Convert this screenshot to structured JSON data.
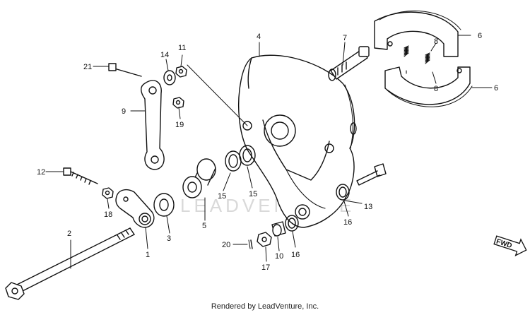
{
  "watermark": "LEADVENTURE",
  "footer": "Rendered by LeadVenture, Inc.",
  "direction_label": "FWD",
  "callouts": [
    {
      "name": "callout-21",
      "text": "21"
    },
    {
      "name": "callout-14",
      "text": "14"
    },
    {
      "name": "callout-11",
      "text": "11"
    },
    {
      "name": "callout-9",
      "text": "9"
    },
    {
      "name": "callout-19",
      "text": "19"
    },
    {
      "name": "callout-4",
      "text": "4"
    },
    {
      "name": "callout-7",
      "text": "7"
    },
    {
      "name": "callout-6-upper",
      "text": "6"
    },
    {
      "name": "callout-8-upper",
      "text": "8"
    },
    {
      "name": "callout-8-lower",
      "text": "8"
    },
    {
      "name": "callout-6-lower",
      "text": "6"
    },
    {
      "name": "callout-12",
      "text": "12"
    },
    {
      "name": "callout-18",
      "text": "18"
    },
    {
      "name": "callout-2",
      "text": "2"
    },
    {
      "name": "callout-1",
      "text": "1"
    },
    {
      "name": "callout-3",
      "text": "3"
    },
    {
      "name": "callout-5",
      "text": "5"
    },
    {
      "name": "callout-15-left",
      "text": "15"
    },
    {
      "name": "callout-15-right",
      "text": "15"
    },
    {
      "name": "callout-13",
      "text": "13"
    },
    {
      "name": "callout-16-right",
      "text": "16"
    },
    {
      "name": "callout-16-lower",
      "text": "16"
    },
    {
      "name": "callout-20",
      "text": "20"
    },
    {
      "name": "callout-10",
      "text": "10"
    },
    {
      "name": "callout-17",
      "text": "17"
    }
  ]
}
